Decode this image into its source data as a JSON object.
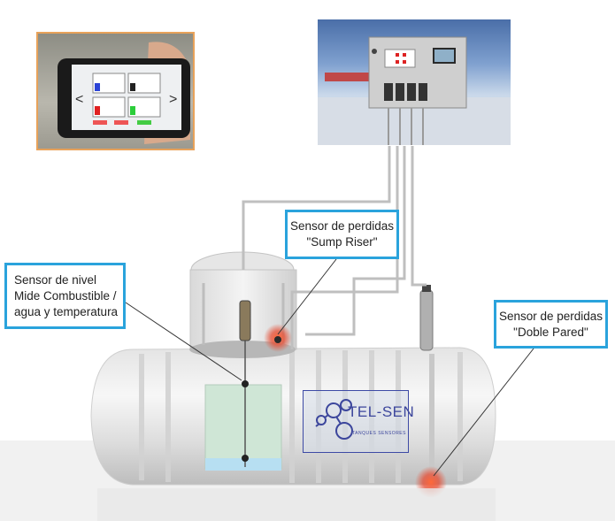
{
  "callouts": {
    "sump_riser": [
      "Sensor de perdidas",
      "\"Sump Riser\""
    ],
    "nivel": [
      "Sensor de nivel",
      "Mide Combustible /",
      "agua y temperatura"
    ],
    "doble_pared": [
      "Sensor de perdidas",
      "\"Doble Pared\""
    ]
  },
  "logo": {
    "name": "TEL-SEN",
    "tagline": "TANQUES SENSORES"
  },
  "phone": {
    "nav_left": "<",
    "nav_right": ">"
  },
  "colors": {
    "callout_border": "#2aa3dc",
    "leak_glow": "#e8452a",
    "fuel_fill": "#cfe6d6",
    "water_fill": "#b7dff2",
    "logo": "#3c469c",
    "phone_frame": "#e8a25a"
  }
}
